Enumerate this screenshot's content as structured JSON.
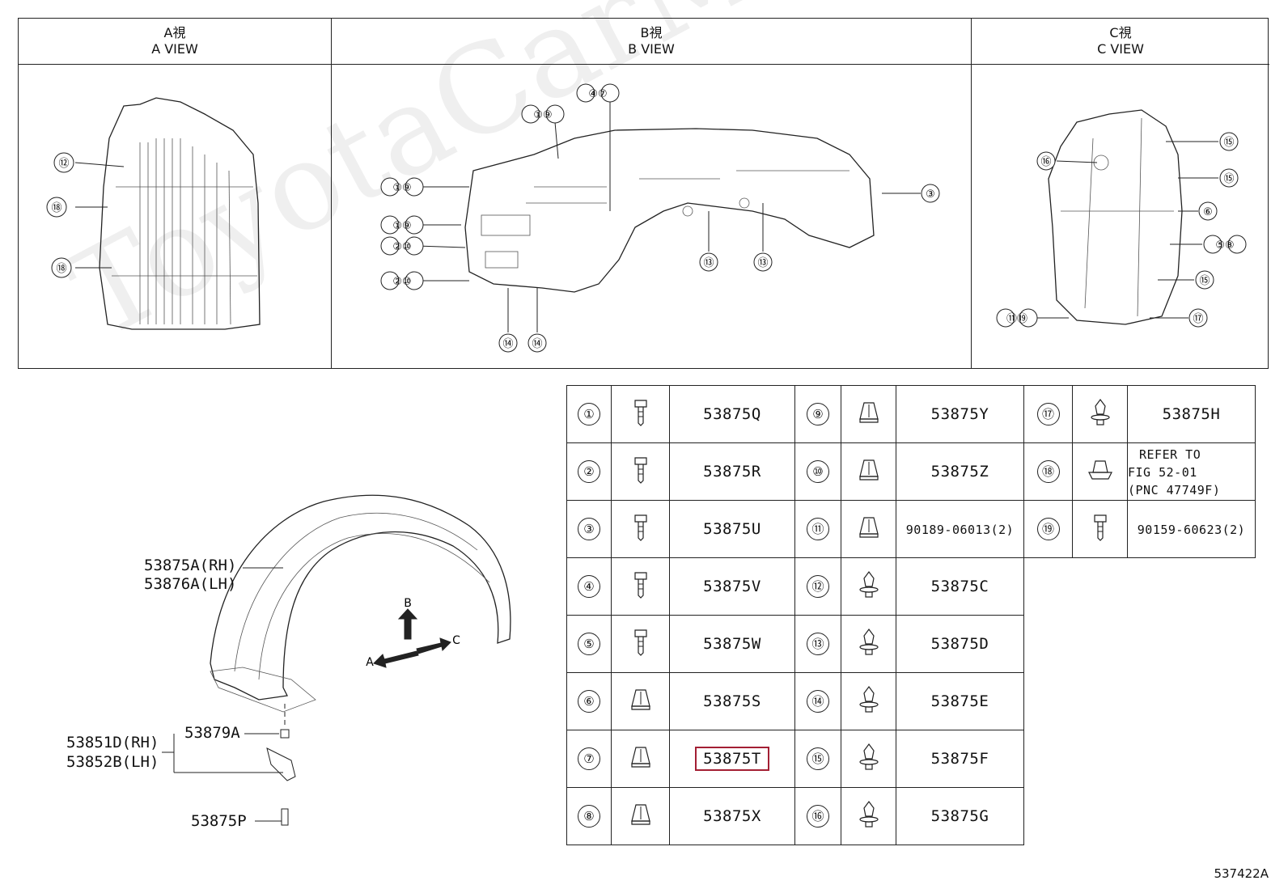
{
  "views": [
    {
      "jp": "A視",
      "en": "A VIEW"
    },
    {
      "jp": "B視",
      "en": "B VIEW"
    },
    {
      "jp": "C視",
      "en": "C VIEW"
    }
  ],
  "a_view_callouts": [
    "⑫",
    "⑱",
    "⑱"
  ],
  "b_view_callouts": [
    "①⑨",
    "④⑦",
    "①⑨",
    "①⑨",
    "②⑩",
    "②⑩",
    "③",
    "⑬",
    "⑬",
    "⑭",
    "⑭"
  ],
  "c_view_callouts": [
    "⑮",
    "⑯",
    "⑮",
    "⑥",
    "⑤⑧",
    "⑮",
    "⑪⑲",
    "⑰"
  ],
  "main": {
    "liner_rh": "53875A(RH)",
    "liner_lh": "53876A(LH)",
    "bracket_rh": "53851D(RH)",
    "bracket_lh": "53852B(LH)",
    "clip": "53879A",
    "bolt": "53875P",
    "arrow_a": "A",
    "arrow_b": "B",
    "arrow_c": "C"
  },
  "parts_table": [
    [
      {
        "n": "①",
        "pn": "53875Q",
        "icon": "bolt"
      },
      {
        "n": "⑨",
        "pn": "53875Y",
        "icon": "nut"
      },
      {
        "n": "⑰",
        "pn": "53875H",
        "icon": "clip"
      }
    ],
    [
      {
        "n": "②",
        "pn": "53875R",
        "icon": "bolt"
      },
      {
        "n": "⑩",
        "pn": "53875Z",
        "icon": "nut"
      },
      {
        "n": "⑱",
        "pn": "REFER TO\nFIG 52-01\n(PNC 47749F)",
        "icon": "clipnut"
      }
    ],
    [
      {
        "n": "③",
        "pn": "53875U",
        "icon": "bolt"
      },
      {
        "n": "⑪",
        "pn": "90189-06013(2)",
        "icon": "nut"
      },
      {
        "n": "⑲",
        "pn": "90159-60623(2)",
        "icon": "bolt"
      }
    ],
    [
      {
        "n": "④",
        "pn": "53875V",
        "icon": "bolt"
      },
      {
        "n": "⑫",
        "pn": "53875C",
        "icon": "clip"
      }
    ],
    [
      {
        "n": "⑤",
        "pn": "53875W",
        "icon": "bolt"
      },
      {
        "n": "⑬",
        "pn": "53875D",
        "icon": "clip"
      }
    ],
    [
      {
        "n": "⑥",
        "pn": "53875S",
        "icon": "nut"
      },
      {
        "n": "⑭",
        "pn": "53875E",
        "icon": "clip"
      }
    ],
    [
      {
        "n": "⑦",
        "pn": "53875T",
        "icon": "nut",
        "highlight": true
      },
      {
        "n": "⑮",
        "pn": "53875F",
        "icon": "clip"
      }
    ],
    [
      {
        "n": "⑧",
        "pn": "53875X",
        "icon": "nut"
      },
      {
        "n": "⑯",
        "pn": "53875G",
        "icon": "clip"
      }
    ]
  ],
  "highlight_color": "#a31f34",
  "watermark": "ToyotaCarMine.ru",
  "figure_number": "537422A"
}
